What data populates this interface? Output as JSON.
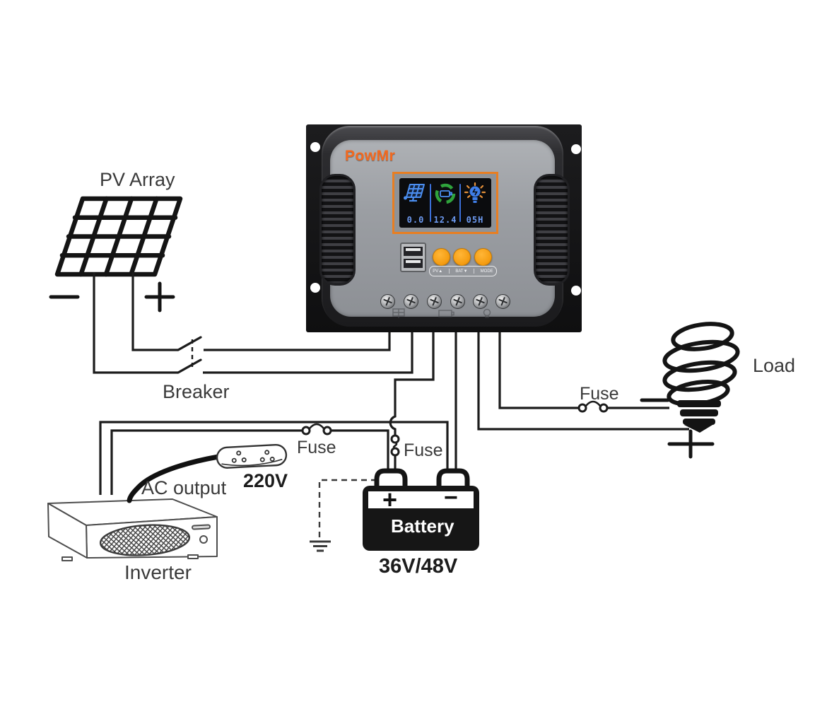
{
  "controller": {
    "brand": "PowMr",
    "lcd": {
      "pv_value": "0.0",
      "battery_value": "12.4",
      "load_value": "05H",
      "icons": [
        "solar-panel-icon",
        "battery-charging-ring-icon",
        "bulb-shining-icon"
      ]
    },
    "button_labels": [
      "PV▲",
      "BAT▼",
      "MODE"
    ],
    "terminal_icons": [
      "solar-panel-icon",
      "battery-icon",
      "bulb-icon"
    ]
  },
  "labels": {
    "pv_array": "PV Array",
    "breaker": "Breaker",
    "load": "Load",
    "ac_output": "AC output",
    "outlet_voltage": "220V",
    "inverter": "Inverter",
    "fuse_inverter": "Fuse",
    "fuse_battery": "Fuse",
    "fuse_load": "Fuse"
  },
  "battery": {
    "label": "Battery",
    "voltage": "36V/48V",
    "plus": "+",
    "minus": "−"
  },
  "polarity": {
    "pv_plus": "+",
    "pv_minus": "−",
    "load_plus": "+",
    "load_minus": "−"
  },
  "colors": {
    "accent_orange": "#f4691e",
    "lcd_frame_orange": "#e87e22",
    "lcd_blue": "#4b8ef0",
    "lcd_green": "#2fa33c",
    "button_orange": "#f59d12",
    "wire_black": "#1c1c1c"
  }
}
